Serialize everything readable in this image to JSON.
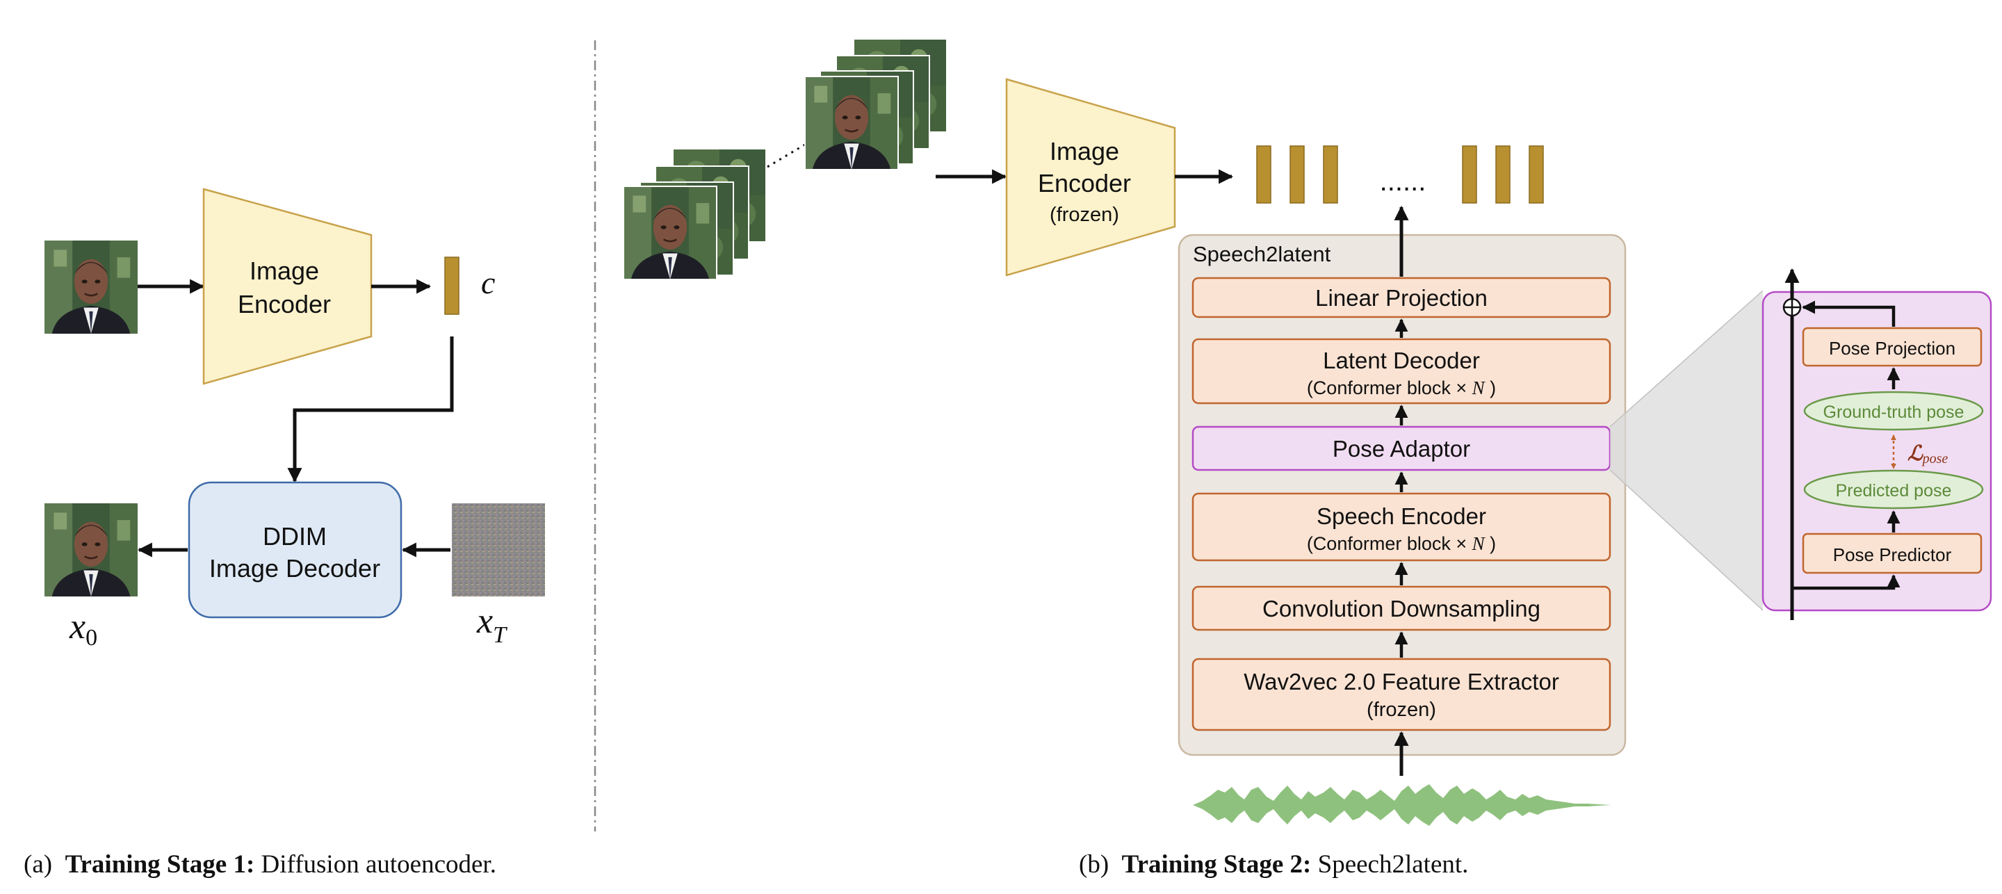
{
  "stage1": {
    "encoder_title": "Image",
    "encoder_subtitle": "Encoder",
    "latent_label": "c",
    "decoder_line1": "DDIM",
    "decoder_line2": "Image Decoder",
    "output_label_base": "x",
    "output_label_sub": "0",
    "noise_label_base": "x",
    "noise_label_sub": "T",
    "caption_prefix": "(a)",
    "caption_bold": "Training Stage 1:",
    "caption_text": "Diffusion autoencoder."
  },
  "stage2": {
    "encoder_line1": "Image",
    "encoder_line2": "Encoder",
    "encoder_line3": "(frozen)",
    "dots": "......",
    "container_title": "Speech2latent",
    "blocks": {
      "linear_projection": "Linear Projection",
      "latent_decoder": "Latent Decoder",
      "latent_decoder_sub_prefix": "(Conformer block × ",
      "latent_decoder_sub_var": "N",
      "latent_decoder_sub_suffix": " )",
      "pose_adaptor": "Pose Adaptor",
      "speech_encoder": "Speech Encoder",
      "speech_encoder_sub_prefix": "(Conformer block × ",
      "speech_encoder_sub_var": "N",
      "speech_encoder_sub_suffix": " )",
      "conv_downsampling": "Convolution Downsampling",
      "wav2vec_line1": "Wav2vec 2.0 Feature Extractor",
      "wav2vec_line2": "(frozen)"
    },
    "pose_detail": {
      "pose_projection": "Pose Projection",
      "ground_truth_pose": "Ground-truth pose",
      "loss_base": "ℒ",
      "loss_sub": "pose",
      "predicted_pose": "Predicted pose",
      "pose_predictor": "Pose Predictor"
    },
    "caption_prefix": "(b)",
    "caption_bold": "Training Stage 2:",
    "caption_text": "Speech2latent."
  },
  "colors": {
    "encoder_fill": "#fcf2cc",
    "encoder_stroke": "#c8a24a",
    "latent_bar": "#b89030",
    "decoder_fill": "#dfe9f5",
    "decoder_stroke": "#3e6aa8",
    "block_fill": "#fbe3d3",
    "block_stroke": "#c0662e",
    "container_fill": "#ece7e1",
    "container_stroke": "#c9b9a2",
    "pose_fill": "#f1ddf3",
    "pose_stroke": "#b44bc6",
    "ellipse_fill": "#e2efd8",
    "ellipse_stroke": "#6a9a4a",
    "ellipse_text": "#5c8a3a",
    "loss_color": "#8b3418",
    "waveform": "#8fc17e",
    "divider": "#888888"
  },
  "icons": [
    "face-photo-icon",
    "noise-image-icon",
    "waveform-icon",
    "oplus-icon"
  ]
}
